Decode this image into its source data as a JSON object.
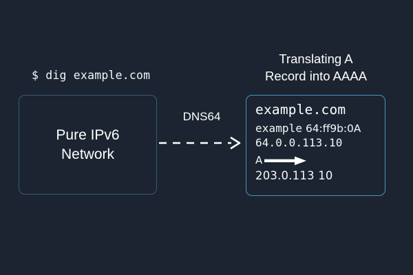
{
  "diagram": {
    "background_color": "#1b2430",
    "command_caption": "$ dig example.com",
    "source_node": {
      "label": "Pure IPv6\nNetwork",
      "border_color": "#3d5a77"
    },
    "connector": {
      "label": "DNS64",
      "style": "dashed-arrow-right",
      "color": "#ffffff"
    },
    "target_heading": "Translating A\nRecord into AAAA",
    "target_node": {
      "border_color": "#4b93c6",
      "domain": "example.com",
      "record_label": "example",
      "prefix": "64:ff9b:0A",
      "translated_address": "64.0.0.113.10",
      "record_type": "A",
      "mapping_arrow_icon": "right-arrow-icon",
      "original_address": "203.0.113 10"
    }
  }
}
